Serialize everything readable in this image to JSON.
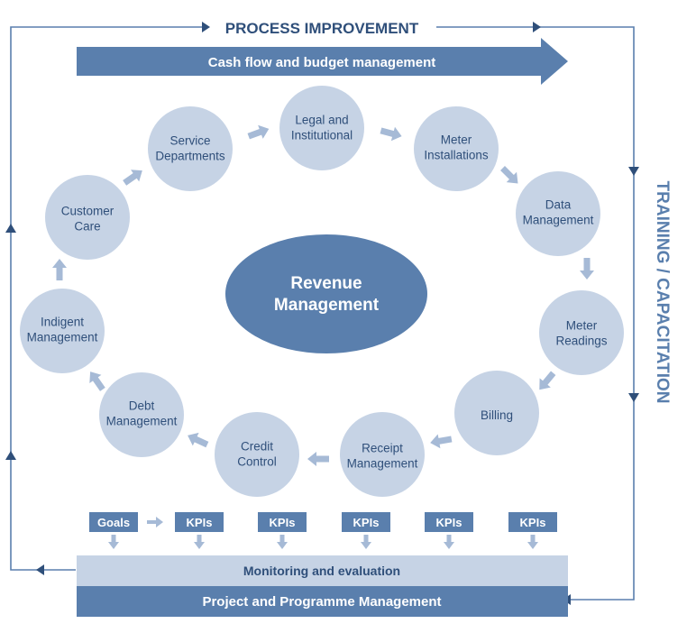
{
  "colors": {
    "dark_blue": "#5a7fad",
    "circle_fill": "#c6d3e5",
    "text_dark": "#2f4f7a",
    "arrow_light": "#a6bad6",
    "band_light": "#c6d3e5",
    "white": "#ffffff"
  },
  "top_label": "PROCESS IMPROVEMENT",
  "cashflow_label": "Cash flow and budget management",
  "side_label": "TRAINING / CAPACITATION",
  "center": {
    "line1": "Revenue",
    "line2": "Management"
  },
  "cycle": [
    {
      "key": "legal",
      "lines": [
        "Legal and",
        "Institutional"
      ]
    },
    {
      "key": "meter-installations",
      "lines": [
        "Meter",
        "Installations"
      ]
    },
    {
      "key": "data-management",
      "lines": [
        "Data",
        "Management"
      ]
    },
    {
      "key": "meter-readings",
      "lines": [
        "Meter",
        "Readings"
      ]
    },
    {
      "key": "billing",
      "lines": [
        "Billing"
      ]
    },
    {
      "key": "receipt-management",
      "lines": [
        "Receipt",
        "Management"
      ]
    },
    {
      "key": "credit-control",
      "lines": [
        "Credit",
        "Control"
      ]
    },
    {
      "key": "debt-management",
      "lines": [
        "Debt",
        "Management"
      ]
    },
    {
      "key": "indigent-management",
      "lines": [
        "Indigent",
        "Management"
      ]
    },
    {
      "key": "customer-care",
      "lines": [
        "Customer",
        "Care"
      ]
    },
    {
      "key": "service-departments",
      "lines": [
        "Service",
        "Departments"
      ]
    }
  ],
  "kpi_boxes": [
    "Goals",
    "KPIs",
    "KPIs",
    "KPIs",
    "KPIs",
    "KPIs"
  ],
  "monitoring_label": "Monitoring and evaluation",
  "project_label": "Project and Programme Management"
}
